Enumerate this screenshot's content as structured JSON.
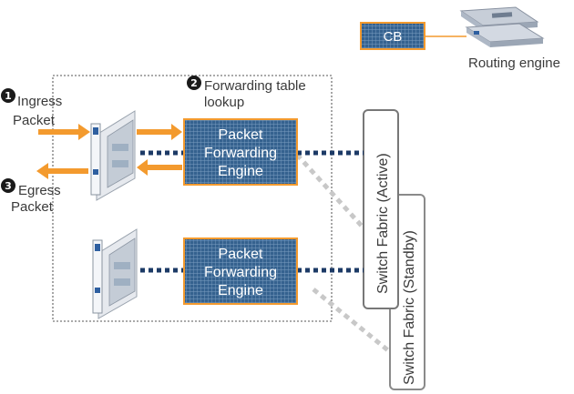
{
  "control_board": {
    "label": "CB"
  },
  "routing_engine": {
    "label": "Routing engine"
  },
  "steps": {
    "ingress": {
      "number": "1",
      "line1": "Ingress",
      "line2": "Packet"
    },
    "lookup": {
      "number": "2",
      "line1": "Forwarding table",
      "line2": "lookup"
    },
    "egress": {
      "number": "3",
      "line1": "Egress",
      "line2": "Packet"
    }
  },
  "pfe_top": {
    "line1": "Packet",
    "line2": "Forwarding",
    "line3": "Engine"
  },
  "pfe_bottom": {
    "line1": "Packet",
    "line2": "Forwarding",
    "line3": "Engine"
  },
  "switch_fabric_active": {
    "label": "Switch Fabric (Active)"
  },
  "switch_fabric_standby": {
    "label": "Switch Fabric (Standby)"
  },
  "colors": {
    "accent_orange": "#f39a2e",
    "pfe_blue": "#2f5a85",
    "link_navy": "#1c3a66",
    "standby_gray": "#c8c8c8"
  }
}
